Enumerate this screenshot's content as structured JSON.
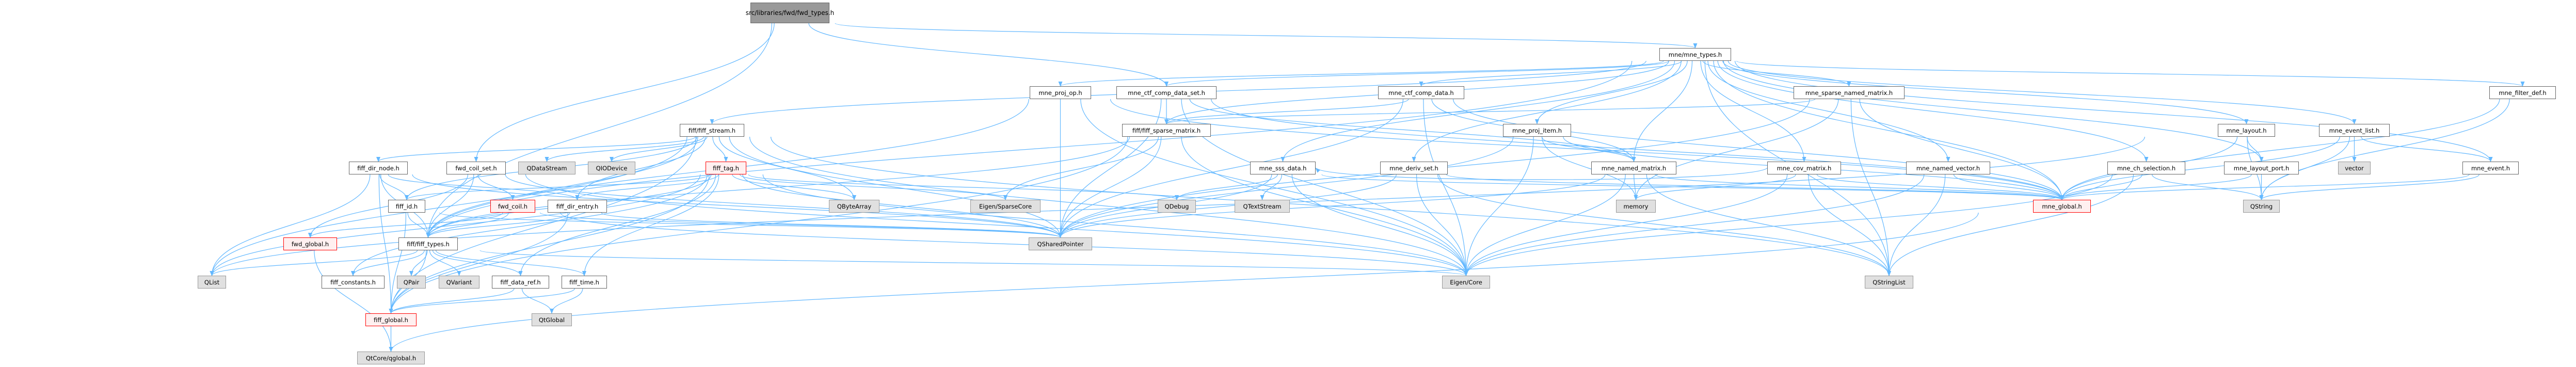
{
  "graph": {
    "title": "src/libraries/fwd/fwd_types.h",
    "colors": {
      "edge": "#63b8ff",
      "root_fill": "#999999",
      "system_fill": "#e0e0e0",
      "truncated_border": "#ff0000",
      "truncated_fill": "#fff0f0"
    },
    "nodes": [
      {
        "id": "fwd_types",
        "label": "src/libraries/fwd/fwd_types.h",
        "kind": "root"
      },
      {
        "id": "mne_types",
        "label": "mne/mne_types.h",
        "kind": "file"
      },
      {
        "id": "mne_proj_op",
        "label": "mne_proj_op.h",
        "kind": "file"
      },
      {
        "id": "mne_ctf_comp_data_set",
        "label": "mne_ctf_comp_data_set.h",
        "kind": "file"
      },
      {
        "id": "mne_ctf_comp_data",
        "label": "mne_ctf_comp_data.h",
        "kind": "file"
      },
      {
        "id": "mne_sparse_named_matrix",
        "label": "mne_sparse_named_matrix.h",
        "kind": "file"
      },
      {
        "id": "mne_filter_def",
        "label": "mne_filter_def.h",
        "kind": "file"
      },
      {
        "id": "fiff_stream",
        "label": "fiff/fiff_stream.h",
        "kind": "file"
      },
      {
        "id": "fiff_sparse_matrix",
        "label": "fiff/fiff_sparse_matrix.h",
        "kind": "file"
      },
      {
        "id": "mne_proj_item",
        "label": "mne_proj_item.h",
        "kind": "file"
      },
      {
        "id": "mne_layout",
        "label": "mne_layout.h",
        "kind": "file"
      },
      {
        "id": "mne_event_list",
        "label": "mne_event_list.h",
        "kind": "file"
      },
      {
        "id": "fiff_dir_node",
        "label": "fiff_dir_node.h",
        "kind": "file"
      },
      {
        "id": "fwd_coil_set",
        "label": "fwd_coil_set.h",
        "kind": "file"
      },
      {
        "id": "QDataStream",
        "label": "QDataStream",
        "kind": "system"
      },
      {
        "id": "QIODevice",
        "label": "QIODevice",
        "kind": "system"
      },
      {
        "id": "fiff_tag",
        "label": "fiff_tag.h",
        "kind": "truncated"
      },
      {
        "id": "mne_sss_data",
        "label": "mne_sss_data.h",
        "kind": "file"
      },
      {
        "id": "mne_deriv_set",
        "label": "mne_deriv_set.h",
        "kind": "file"
      },
      {
        "id": "mne_named_matrix",
        "label": "mne_named_matrix.h",
        "kind": "file"
      },
      {
        "id": "mne_cov_matrix",
        "label": "mne_cov_matrix.h",
        "kind": "file"
      },
      {
        "id": "mne_named_vector",
        "label": "mne_named_vector.h",
        "kind": "file"
      },
      {
        "id": "mne_ch_selection",
        "label": "mne_ch_selection.h",
        "kind": "file"
      },
      {
        "id": "mne_layout_port",
        "label": "mne_layout_port.h",
        "kind": "file"
      },
      {
        "id": "vector",
        "label": "vector",
        "kind": "system"
      },
      {
        "id": "mne_event",
        "label": "mne_event.h",
        "kind": "file"
      },
      {
        "id": "fiff_id",
        "label": "fiff_id.h",
        "kind": "file"
      },
      {
        "id": "fwd_coil",
        "label": "fwd_coil.h",
        "kind": "truncated"
      },
      {
        "id": "fiff_dir_entry",
        "label": "fiff_dir_entry.h",
        "kind": "file"
      },
      {
        "id": "QByteArray",
        "label": "QByteArray",
        "kind": "system"
      },
      {
        "id": "Eigen_SparseCore",
        "label": "Eigen/SparseCore",
        "kind": "system"
      },
      {
        "id": "QDebug",
        "label": "QDebug",
        "kind": "system"
      },
      {
        "id": "QTextStream",
        "label": "QTextStream",
        "kind": "system"
      },
      {
        "id": "memory",
        "label": "memory",
        "kind": "system"
      },
      {
        "id": "mne_global",
        "label": "mne_global.h",
        "kind": "truncated"
      },
      {
        "id": "QString",
        "label": "QString",
        "kind": "system"
      },
      {
        "id": "fwd_global",
        "label": "fwd_global.h",
        "kind": "truncated"
      },
      {
        "id": "fiff_types",
        "label": "fiff/fiff_types.h",
        "kind": "file"
      },
      {
        "id": "QSharedPointer",
        "label": "QSharedPointer",
        "kind": "system"
      },
      {
        "id": "QList",
        "label": "QList",
        "kind": "system"
      },
      {
        "id": "fiff_constants",
        "label": "fiff_constants.h",
        "kind": "file"
      },
      {
        "id": "QPair",
        "label": "QPair",
        "kind": "system"
      },
      {
        "id": "QVariant",
        "label": "QVariant",
        "kind": "system"
      },
      {
        "id": "fiff_data_ref",
        "label": "fiff_data_ref.h",
        "kind": "file"
      },
      {
        "id": "fiff_time",
        "label": "fiff_time.h",
        "kind": "file"
      },
      {
        "id": "Eigen_Core",
        "label": "Eigen/Core",
        "kind": "system"
      },
      {
        "id": "QStringList",
        "label": "QStringList",
        "kind": "system"
      },
      {
        "id": "fiff_global",
        "label": "fiff_global.h",
        "kind": "truncated"
      },
      {
        "id": "QtGlobal",
        "label": "QtGlobal",
        "kind": "system"
      },
      {
        "id": "QtCore_qglobal",
        "label": "QtCore/qglobal.h",
        "kind": "system"
      }
    ],
    "edges": [
      [
        "fwd_types",
        "mne_types"
      ],
      [
        "fwd_types",
        "fiff_types"
      ],
      [
        "fwd_types",
        "fwd_coil_set"
      ],
      [
        "fwd_types",
        "mne_ctf_comp_data_set"
      ],
      [
        "mne_types",
        "mne_proj_op"
      ],
      [
        "mne_types",
        "mne_ctf_comp_data_set"
      ],
      [
        "mne_types",
        "mne_ctf_comp_data"
      ],
      [
        "mne_types",
        "mne_sparse_named_matrix"
      ],
      [
        "mne_types",
        "mne_proj_item"
      ],
      [
        "mne_types",
        "mne_named_matrix"
      ],
      [
        "mne_types",
        "mne_deriv_set"
      ],
      [
        "mne_types",
        "mne_cov_matrix"
      ],
      [
        "mne_types",
        "mne_sss_data"
      ],
      [
        "mne_types",
        "fiff_sparse_matrix"
      ],
      [
        "mne_types",
        "fiff_stream"
      ],
      [
        "mne_types",
        "mne_named_vector"
      ],
      [
        "mne_types",
        "mne_ch_selection"
      ],
      [
        "mne_types",
        "mne_layout"
      ],
      [
        "mne_types",
        "mne_layout_port"
      ],
      [
        "mne_types",
        "mne_event_list"
      ],
      [
        "mne_types",
        "mne_event"
      ],
      [
        "mne_types",
        "mne_filter_def"
      ],
      [
        "mne_types",
        "mne_global"
      ],
      [
        "mne_types",
        "QStringList"
      ],
      [
        "mne_types",
        "fiff_types"
      ],
      [
        "mne_proj_op",
        "fiff_types"
      ],
      [
        "mne_proj_op",
        "QSharedPointer"
      ],
      [
        "mne_proj_op",
        "mne_global"
      ],
      [
        "mne_proj_op",
        "Eigen_Core"
      ],
      [
        "mne_ctf_comp_data_set",
        "fiff_sparse_matrix"
      ],
      [
        "mne_ctf_comp_data_set",
        "QSharedPointer"
      ],
      [
        "mne_ctf_comp_data_set",
        "mne_named_matrix"
      ],
      [
        "mne_ctf_comp_data_set",
        "mne_global"
      ],
      [
        "mne_ctf_comp_data_set",
        "Eigen_Core"
      ],
      [
        "mne_ctf_comp_data",
        "fiff_sparse_matrix"
      ],
      [
        "mne_ctf_comp_data",
        "mne_named_matrix"
      ],
      [
        "mne_ctf_comp_data",
        "mne_global"
      ],
      [
        "mne_ctf_comp_data",
        "QSharedPointer"
      ],
      [
        "mne_ctf_comp_data",
        "Eigen_Core"
      ],
      [
        "fiff_sparse_matrix",
        "fiff_types"
      ],
      [
        "fiff_sparse_matrix",
        "Eigen_SparseCore"
      ],
      [
        "fiff_sparse_matrix",
        "QSharedPointer"
      ],
      [
        "fiff_sparse_matrix",
        "Eigen_Core"
      ],
      [
        "fiff_sparse_matrix",
        "fiff_global"
      ],
      [
        "fiff_stream",
        "fiff_dir_node"
      ],
      [
        "fiff_stream",
        "fiff_id"
      ],
      [
        "fiff_stream",
        "fiff_types"
      ],
      [
        "fiff_stream",
        "fiff_tag"
      ],
      [
        "fiff_stream",
        "QDataStream"
      ],
      [
        "fiff_stream",
        "QIODevice"
      ],
      [
        "fiff_stream",
        "QSharedPointer"
      ],
      [
        "fiff_stream",
        "QList"
      ],
      [
        "fiff_stream",
        "QStringList"
      ],
      [
        "fiff_stream",
        "QByteArray"
      ],
      [
        "fiff_stream",
        "Eigen_Core"
      ],
      [
        "fiff_stream",
        "fiff_global"
      ],
      [
        "fiff_stream",
        "fiff_dir_entry"
      ],
      [
        "fiff_tag",
        "fiff_types"
      ],
      [
        "fiff_tag",
        "fiff_id"
      ],
      [
        "fiff_tag",
        "fiff_dir_entry"
      ],
      [
        "fiff_tag",
        "fiff_data_ref"
      ],
      [
        "fiff_tag",
        "fiff_time"
      ],
      [
        "fiff_tag",
        "fiff_constants"
      ],
      [
        "fiff_tag",
        "QByteArray"
      ],
      [
        "fiff_tag",
        "QDebug"
      ],
      [
        "fiff_tag",
        "QSharedPointer"
      ],
      [
        "fiff_tag",
        "Eigen_Core"
      ],
      [
        "fiff_tag",
        "Eigen_SparseCore"
      ],
      [
        "fiff_tag",
        "fiff_global"
      ],
      [
        "fiff_tag",
        "QList"
      ],
      [
        "fiff_dir_node",
        "fiff_dir_entry"
      ],
      [
        "fiff_dir_node",
        "fiff_id"
      ],
      [
        "fiff_dir_node",
        "fiff_types"
      ],
      [
        "fiff_dir_node",
        "QList"
      ],
      [
        "fiff_dir_node",
        "QSharedPointer"
      ],
      [
        "fiff_dir_node",
        "fiff_global"
      ],
      [
        "fiff_id",
        "fiff_types"
      ],
      [
        "fiff_id",
        "fiff_global"
      ],
      [
        "fiff_id",
        "QSharedPointer"
      ],
      [
        "fiff_dir_entry",
        "fiff_types"
      ],
      [
        "fiff_dir_entry",
        "QSharedPointer"
      ],
      [
        "fiff_dir_entry",
        "fiff_global"
      ],
      [
        "fiff_types",
        "fiff_constants"
      ],
      [
        "fiff_types",
        "QPair"
      ],
      [
        "fiff_types",
        "QVariant"
      ],
      [
        "fiff_types",
        "fiff_data_ref"
      ],
      [
        "fiff_types",
        "fiff_time"
      ],
      [
        "fiff_types",
        "QList"
      ],
      [
        "fiff_types",
        "fiff_global"
      ],
      [
        "fiff_types",
        "Eigen_Core"
      ],
      [
        "fiff_data_ref",
        "QtGlobal"
      ],
      [
        "fiff_data_ref",
        "fiff_global"
      ],
      [
        "fiff_time",
        "QtGlobal"
      ],
      [
        "fiff_time",
        "fiff_global"
      ],
      [
        "fiff_global",
        "QtCore_qglobal"
      ],
      [
        "fwd_global",
        "QtCore_qglobal"
      ],
      [
        "mne_global",
        "QtCore_qglobal"
      ],
      [
        "fwd_coil_set",
        "fwd_coil"
      ],
      [
        "fwd_coil_set",
        "fiff_types"
      ],
      [
        "fwd_coil_set",
        "fwd_global"
      ],
      [
        "fwd_coil_set",
        "QSharedPointer"
      ],
      [
        "fwd_coil_set",
        "Eigen_Core"
      ],
      [
        "fwd_coil",
        "fwd_global"
      ],
      [
        "fwd_coil",
        "fiff_types"
      ],
      [
        "fwd_coil",
        "Eigen_Core"
      ],
      [
        "fwd_coil",
        "QSharedPointer"
      ],
      [
        "mne_sss_data",
        "QDebug"
      ],
      [
        "mne_sss_data",
        "QTextStream"
      ],
      [
        "mne_sss_data",
        "QSharedPointer"
      ],
      [
        "mne_sss_data",
        "mne_global"
      ],
      [
        "mne_sss_data",
        "Eigen_Core"
      ],
      [
        "mne_proj_item",
        "mne_named_matrix"
      ],
      [
        "mne_proj_item",
        "memory"
      ],
      [
        "mne_proj_item",
        "Eigen_Core"
      ],
      [
        "mne_proj_item",
        "mne_global"
      ],
      [
        "mne_proj_item",
        "QSharedPointer"
      ],
      [
        "mne_deriv_set",
        "QSharedPointer"
      ],
      [
        "mne_deriv_set",
        "QStringList"
      ],
      [
        "mne_deriv_set",
        "Eigen_Core"
      ],
      [
        "mne_deriv_set",
        "mne_global"
      ],
      [
        "mne_named_matrix",
        "memory"
      ],
      [
        "mne_named_matrix",
        "Eigen_Core"
      ],
      [
        "mne_named_matrix",
        "mne_global"
      ],
      [
        "mne_named_matrix",
        "QStringList"
      ],
      [
        "mne_named_matrix",
        "QSharedPointer"
      ],
      [
        "mne_cov_matrix",
        "mne_sss_data"
      ],
      [
        "mne_cov_matrix",
        "mne_global"
      ],
      [
        "mne_cov_matrix",
        "memory"
      ],
      [
        "mne_cov_matrix",
        "Eigen_Core"
      ],
      [
        "mne_cov_matrix",
        "QStringList"
      ],
      [
        "mne_sparse_named_matrix",
        "fiff_sparse_matrix"
      ],
      [
        "mne_sparse_named_matrix",
        "mne_global"
      ],
      [
        "mne_sparse_named_matrix",
        "memory"
      ],
      [
        "mne_sparse_named_matrix",
        "QStringList"
      ],
      [
        "mne_sparse_named_matrix",
        "QSharedPointer"
      ],
      [
        "mne_named_vector",
        "mne_global"
      ],
      [
        "mne_named_vector",
        "Eigen_Core"
      ],
      [
        "mne_named_vector",
        "QStringList"
      ],
      [
        "mne_ch_selection",
        "mne_global"
      ],
      [
        "mne_ch_selection",
        "QStringList"
      ],
      [
        "mne_ch_selection",
        "QString"
      ],
      [
        "mne_ch_selection",
        "Eigen_Core"
      ],
      [
        "mne_layout",
        "mne_layout_port"
      ],
      [
        "mne_layout",
        "mne_global"
      ],
      [
        "mne_layout",
        "QString"
      ],
      [
        "mne_layout",
        "QList"
      ],
      [
        "mne_layout_port",
        "mne_global"
      ],
      [
        "mne_layout_port",
        "QString"
      ],
      [
        "mne_event_list",
        "vector"
      ],
      [
        "mne_event_list",
        "mne_event"
      ],
      [
        "mne_event_list",
        "mne_global"
      ],
      [
        "mne_event_list",
        "QString"
      ],
      [
        "mne_event",
        "mne_global"
      ],
      [
        "mne_event",
        "QString"
      ],
      [
        "mne_filter_def",
        "mne_global"
      ],
      [
        "mne_filter_def",
        "QString"
      ]
    ]
  }
}
